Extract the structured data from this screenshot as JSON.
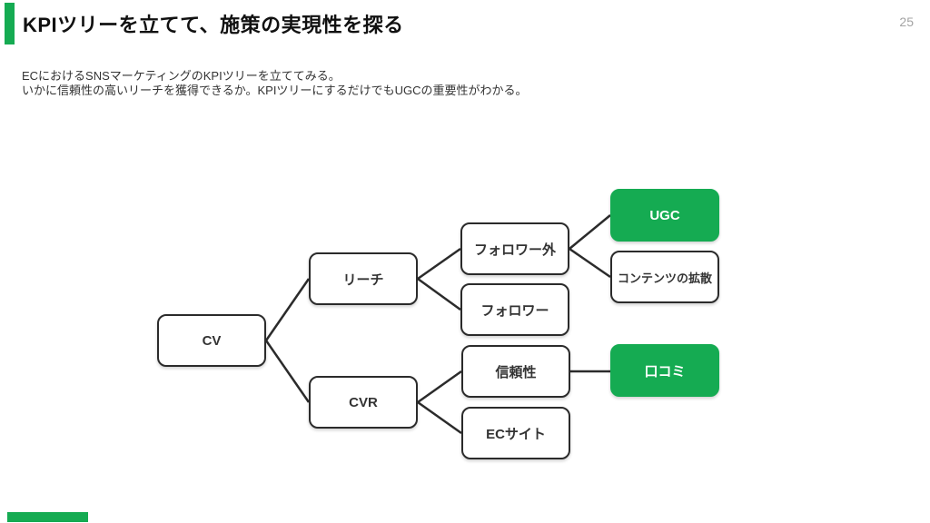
{
  "slide": {
    "title": "KPIツリーを立てて、施策の実現性を探る",
    "page_number": "25",
    "subtitle_lines": [
      "ECにおけるSNSマーケティングのKPIツリーを立ててみる。",
      "いかに信頼性の高いリーチを獲得できるか。KPIツリーにするだけでもUGCの重要性がわかる。"
    ]
  },
  "colors": {
    "accent_green": "#15AB52",
    "node_border": "#2b2b2b",
    "node_text": "#333333",
    "page_number_gray": "#a3a3a3"
  },
  "tree": {
    "nodes": {
      "cv": {
        "label": "CV",
        "highlighted": false
      },
      "reach": {
        "label": "リーチ",
        "highlighted": false
      },
      "cvr": {
        "label": "CVR",
        "highlighted": false
      },
      "non_followers": {
        "label": "フォロワー外",
        "highlighted": false
      },
      "followers": {
        "label": "フォロワー",
        "highlighted": false
      },
      "ugc": {
        "label": "UGC",
        "highlighted": true
      },
      "content_spread": {
        "label": "コンテンツの拡散",
        "highlighted": false
      },
      "trust": {
        "label": "信頼性",
        "highlighted": false
      },
      "ec_site": {
        "label": "ECサイト",
        "highlighted": false
      },
      "word_of_mouth": {
        "label": "口コミ",
        "highlighted": true
      }
    },
    "edges": [
      {
        "from": "cv",
        "to": "reach"
      },
      {
        "from": "cv",
        "to": "cvr"
      },
      {
        "from": "reach",
        "to": "non_followers"
      },
      {
        "from": "reach",
        "to": "followers"
      },
      {
        "from": "non_followers",
        "to": "ugc"
      },
      {
        "from": "non_followers",
        "to": "content_spread"
      },
      {
        "from": "cvr",
        "to": "trust"
      },
      {
        "from": "cvr",
        "to": "ec_site"
      },
      {
        "from": "trust",
        "to": "word_of_mouth"
      }
    ]
  }
}
